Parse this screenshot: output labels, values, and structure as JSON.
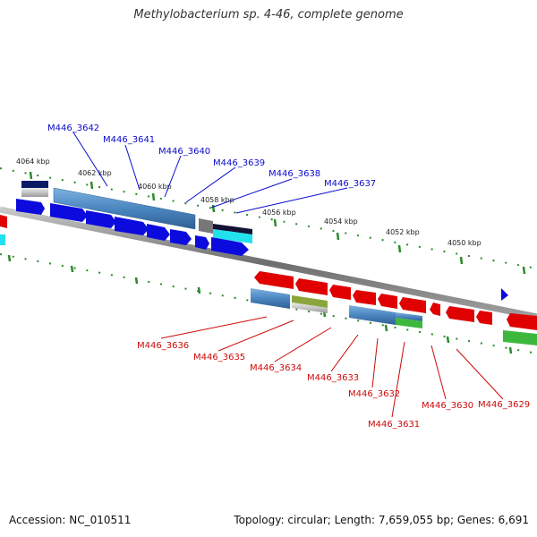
{
  "title": "Methylobacterium sp. 4-46, complete genome",
  "footer": {
    "accession": "Accession: NC_010511",
    "topology": "Topology: circular; Length: 7,659,055 bp; Genes: 6,691"
  },
  "scale_labels": [
    "4064 kbp",
    "4062 kbp",
    "4060 kbp",
    "4058 kbp",
    "4056 kbp",
    "4054 kbp",
    "4052 kbp",
    "4050 kbp"
  ],
  "genes_top": [
    "M446_3642",
    "M446_3641",
    "M446_3640",
    "M446_3639",
    "M446_3638",
    "M446_3637"
  ],
  "genes_bottom": [
    "M446_3636",
    "M446_3635",
    "M446_3634",
    "M446_3633",
    "M446_3632",
    "M446_3631",
    "M446_3630",
    "M446_3629"
  ],
  "colors": {
    "forward": "#0b0bdd",
    "reverse": "#e00000",
    "cog_blue": "#4a86c0",
    "cog_green": "#3db83d",
    "cog_cyan": "#22e0ee",
    "cog_olive": "#8aa63a",
    "cog_navy": "#0b1a66",
    "cog_gray": "#8a8a8a",
    "backbone": "#777777",
    "tick_green": "#2a8a2a"
  }
}
